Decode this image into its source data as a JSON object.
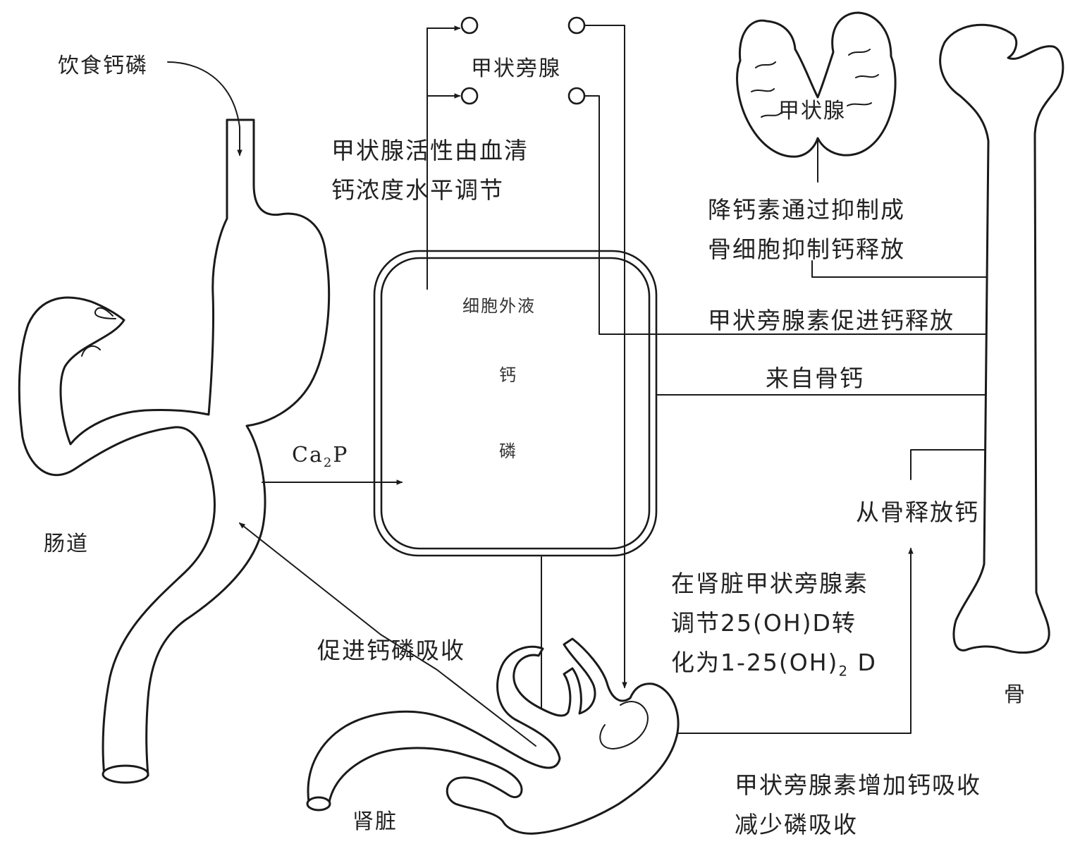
{
  "labels": {
    "dietary": "饮食钙磷",
    "parathyroid_glands": "甲状旁腺",
    "regulation_line1": "甲状腺活性由血清",
    "regulation_line2": "钙浓度水平调节",
    "thyroid": "甲状腺",
    "calcitonin_line1": "降钙素通过抑制成",
    "calcitonin_line2": "骨细胞抑制钙释放",
    "pth_release": "甲状旁腺素促进钙释放",
    "from_bone": "来自骨钙",
    "ecf": "细胞外液",
    "calcium": "钙",
    "phosphorus": "磷",
    "ca_p": "Ca",
    "ca_p_sub": "2",
    "ca_p_suffix": "P",
    "intestine": "肠道",
    "release_from_bone": "从骨释放钙",
    "kidney_note_line1": "在肾脏甲状旁腺素",
    "kidney_note_line2": "调节25(OH)D转",
    "kidney_note_line3": "化为1-25(OH)",
    "kidney_note_sub": "2",
    "kidney_note_suffix": " D",
    "promote_absorption": "促进钙磷吸收",
    "bone": "骨",
    "pth_kidney_line1": "甲状旁腺素增加钙吸收",
    "pth_kidney_line2": "减少磷吸收",
    "kidney": "肾脏"
  }
}
